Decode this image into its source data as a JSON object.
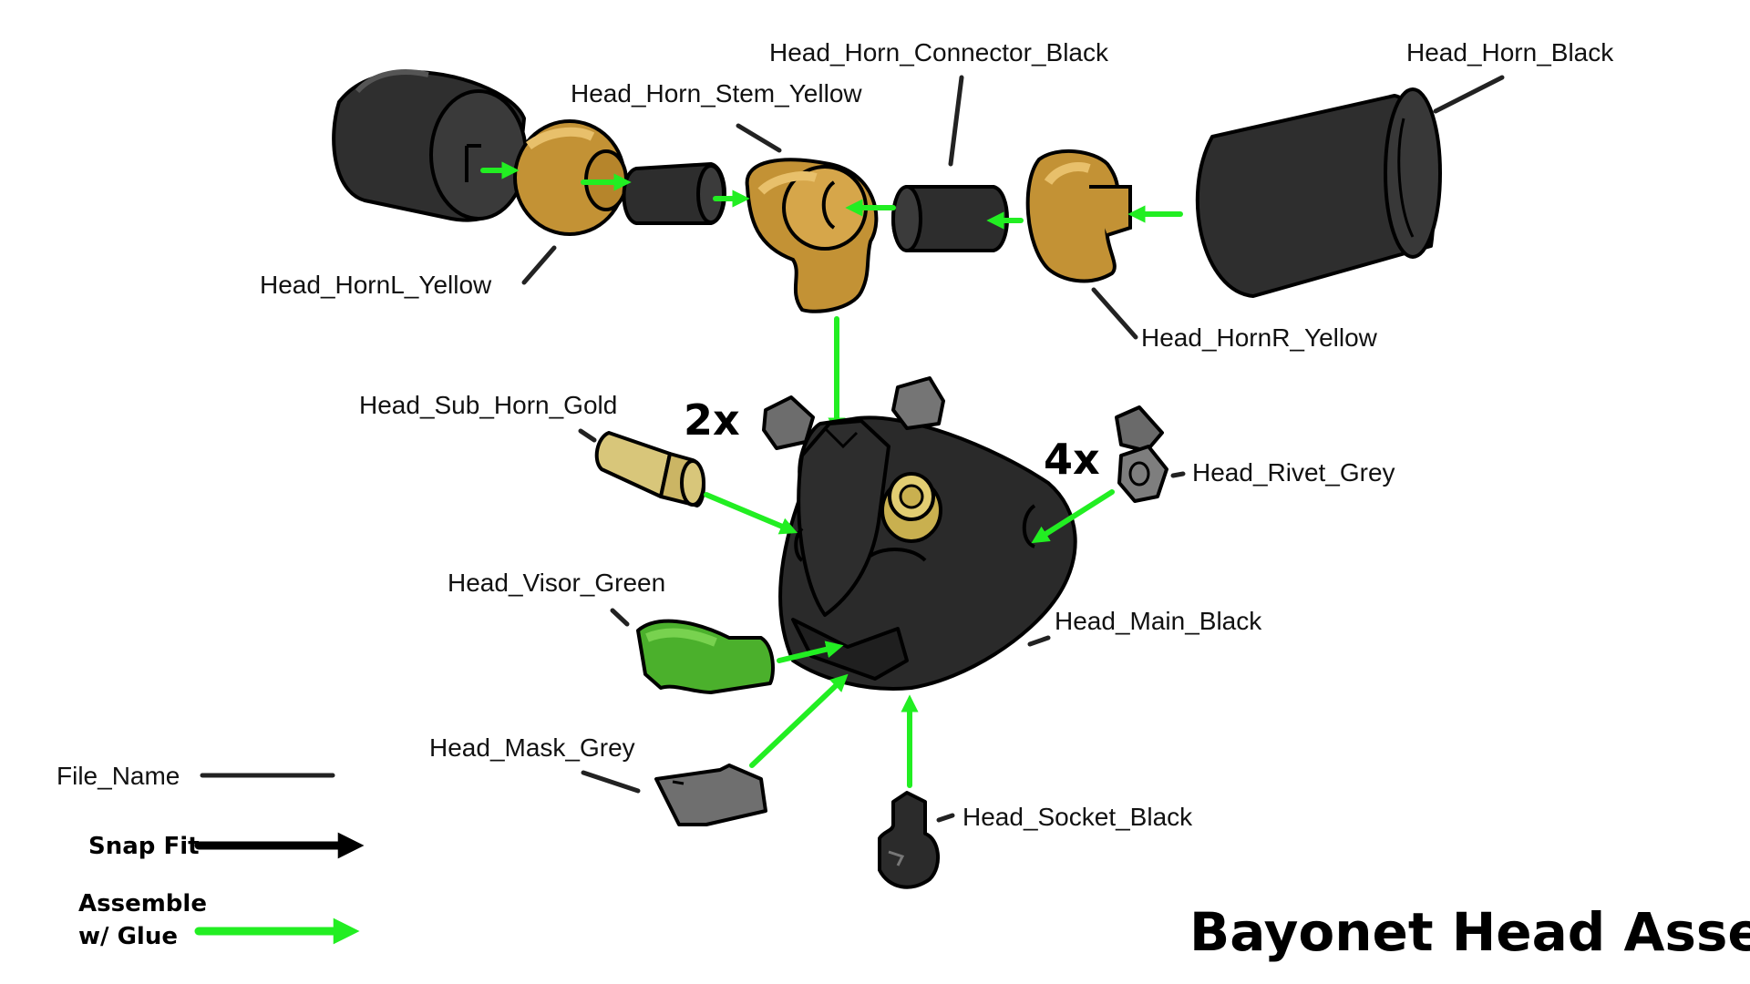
{
  "title": "Bayonet Head Assembly",
  "labels": {
    "horn_l_yellow": "Head_HornL_Yellow",
    "horn_stem_yellow": "Head_Horn_Stem_Yellow",
    "horn_connector_black": "Head_Horn_Connector_Black",
    "horn_black": "Head_Horn_Black",
    "horn_r_yellow": "Head_HornR_Yellow",
    "sub_horn_gold": "Head_Sub_Horn_Gold",
    "rivet_grey": "Head_Rivet_Grey",
    "visor_green": "Head_Visor_Green",
    "main_black": "Head_Main_Black",
    "mask_grey": "Head_Mask_Grey",
    "socket_black": "Head_Socket_Black"
  },
  "counts": {
    "sub_horn": "2x",
    "rivet": "4x"
  },
  "legend": {
    "file_name": "File_Name",
    "snap_fit": "Snap Fit",
    "glue_line1": "Assemble",
    "glue_line2": "w/ Glue"
  },
  "colors": {
    "black_part": "#2b2b2b",
    "yellow_part": "#c7963a",
    "gold_part": "#d8c67a",
    "green_part": "#4fb52e",
    "grey_part": "#7a7a7a",
    "glue_arrow": "#22ee22",
    "snap_arrow": "#000000"
  }
}
